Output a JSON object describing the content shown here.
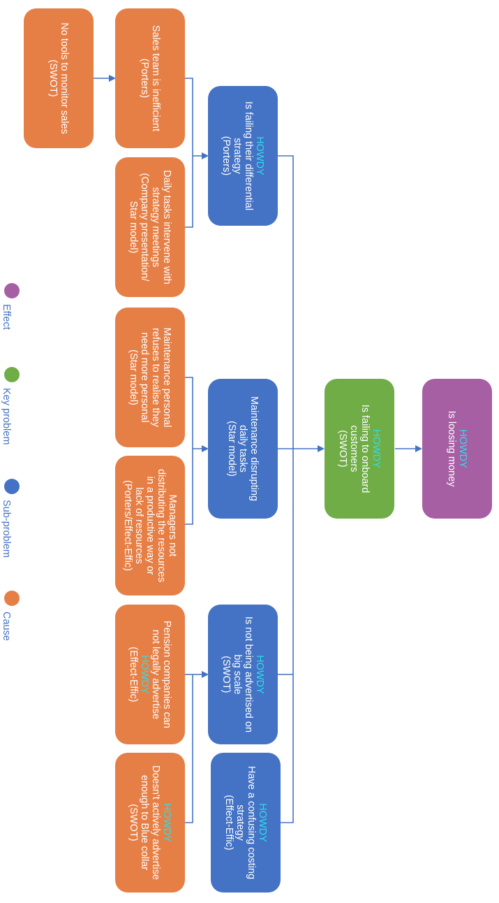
{
  "nodes": {
    "no_tools": {
      "lines": [
        "No tools to monitor sales",
        "(SWOT)"
      ]
    },
    "sales_team": {
      "lines": [
        "Sales team is inefficient",
        "(Porters)"
      ]
    },
    "daily_tasks": {
      "lines": [
        "Daily tasks intervene with",
        "strategy meetings",
        "(Company presentation/",
        "Star model)"
      ]
    },
    "maintenance_personal": {
      "lines": [
        "Maintenance personal",
        "refuses to realise they",
        "need more personal",
        "(Star model)"
      ]
    },
    "managers": {
      "lines": [
        "Managers not",
        "distributing the resources",
        "in a productive way or",
        "lack of resources",
        "(Porters/Effect-Effic)"
      ]
    },
    "pension": {
      "lines": [
        "Pension companies can",
        "not legally advertise",
        "HOWDY",
        "(Effect-Effic)"
      ]
    },
    "doesnt_advertise": {
      "highlight": "HOWDY",
      "lines": [
        "Doesn't actively advertise",
        "enough to Blue collar",
        "(SWOT)"
      ]
    },
    "differential": {
      "highlight": "HOWDY",
      "lines": [
        "Is failing their differential",
        "strategy",
        "(Porters)"
      ]
    },
    "maintenance_disrupting": {
      "lines": [
        "Maintenance disrupting",
        "daily tasks",
        "(Star model)"
      ]
    },
    "not_advertised": {
      "highlight": "HOWDY",
      "lines": [
        "Is not being advertised on",
        "big scale",
        "(SWOT)"
      ]
    },
    "costing": {
      "highlight": "HOWDY",
      "lines": [
        "Have a confusing costing",
        "strategy",
        "(Effect-Effic)"
      ]
    },
    "onboard": {
      "highlight": "HOWDY",
      "lines": [
        "Is failing to onboard",
        "customers",
        "(SWOT)"
      ]
    },
    "loosing_money": {
      "highlight": "HOWDY",
      "lines": [
        "Is loosing money"
      ]
    }
  },
  "legend": {
    "effect": "Effect",
    "key_problem": "Key problem",
    "sub_problem": "Sub-problem",
    "cause": "Cause"
  },
  "colors": {
    "cause": "#e67f45",
    "sub_problem": "#4472c4",
    "key_problem": "#70ad47",
    "effect": "#a65fa3",
    "highlight": "#2be0e8",
    "connector": "#4472c4"
  }
}
